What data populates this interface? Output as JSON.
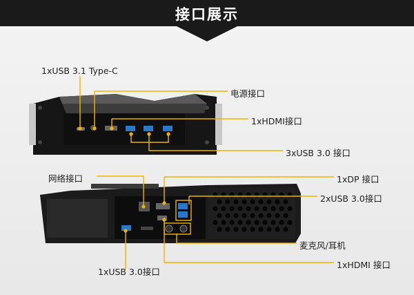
{
  "header": {
    "title": "接口展示"
  },
  "labels": {
    "usb31_typec": "1xUSB 3.1 Type-C",
    "power": "电源接口",
    "hdmi_front": "1xHDMI接口",
    "usb30_x3": "3xUSB 3.0 接口",
    "network": "网络接口",
    "dp": "1xDP 接口",
    "usb30_x2": "2xUSB 3.0接口",
    "mic_headphone": "麦克风/耳机",
    "usb30_x1": "1xUSB 3.0接口",
    "hdmi_back": "1xHDMI 接口"
  },
  "colors": {
    "callout": "#f0b400",
    "device": "#1b1b1b",
    "usb_blue": "#2a78c8"
  }
}
